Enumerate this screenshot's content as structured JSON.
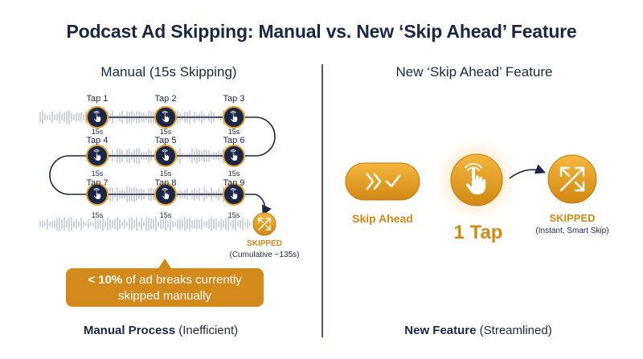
{
  "title": "Podcast Ad Skipping: Manual vs. New ‘Skip Ahead’ Feature",
  "manual": {
    "heading": "Manual (15s Skipping)",
    "taps": [
      "Tap 1",
      "Tap 2",
      "Tap 3",
      "Tap 4",
      "Tap 5",
      "Tap 6",
      "Tap 7",
      "Tap 8",
      "Tap 9"
    ],
    "seconds_label": "15s",
    "skipped": "SKIPPED",
    "cumulative": "(Cumulative ~135s)",
    "callout_strong": "< 10%",
    "callout_rest": " of ad breaks currently",
    "callout_line2": "skipped manually",
    "footer_strong": "Manual Process",
    "footer_rest": " (Inefficient)"
  },
  "feature": {
    "heading": "New ‘Skip Ahead’ Feature",
    "button_label": "Skip Ahead",
    "tap_count": "1 Tap",
    "skipped": "SKIPPED",
    "skipped_sub": "(Instant, Smart Skip)",
    "footer_strong": "New Feature",
    "footer_rest": " (Streamlined)"
  },
  "colors": {
    "navy": "#1c2746",
    "accent": "#d38a14",
    "accent_light": "#f4b33a"
  },
  "icons": {
    "tap": "tap-hand-icon",
    "skip": "shuffle-arrows-icon",
    "forward": "double-chevron-check-icon"
  }
}
